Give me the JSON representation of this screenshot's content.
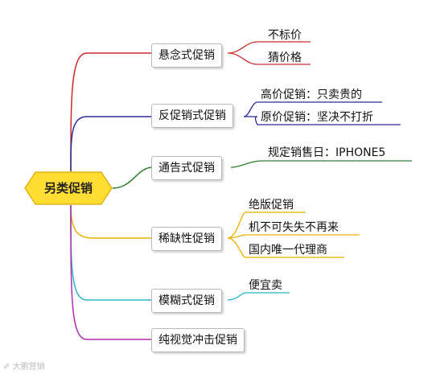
{
  "root": {
    "label": "另类促销"
  },
  "branches": [
    {
      "label": "悬念式促销",
      "color": "#cc2b2b",
      "leaves": [
        "不标价",
        "猜价格"
      ]
    },
    {
      "label": "反促销式促销",
      "color": "#2b2b99",
      "leaves": [
        "高价促销：只卖贵的",
        "原价促销：坚决不打折"
      ]
    },
    {
      "label": "通告式促销",
      "color": "#2a7f2a",
      "leaves": [
        "规定销售日：IPHONE5"
      ]
    },
    {
      "label": "稀缺性促销",
      "color": "#e8b000",
      "leaves": [
        "绝版促销",
        "机不可失失不再来",
        "国内唯一代理商"
      ]
    },
    {
      "label": "模糊式促销",
      "color": "#2bb7c9",
      "leaves": [
        "便宜卖"
      ]
    },
    {
      "label": "纯视觉冲击促销",
      "color": "#b42bb4",
      "leaves": []
    }
  ],
  "watermark": "大鹏营销"
}
